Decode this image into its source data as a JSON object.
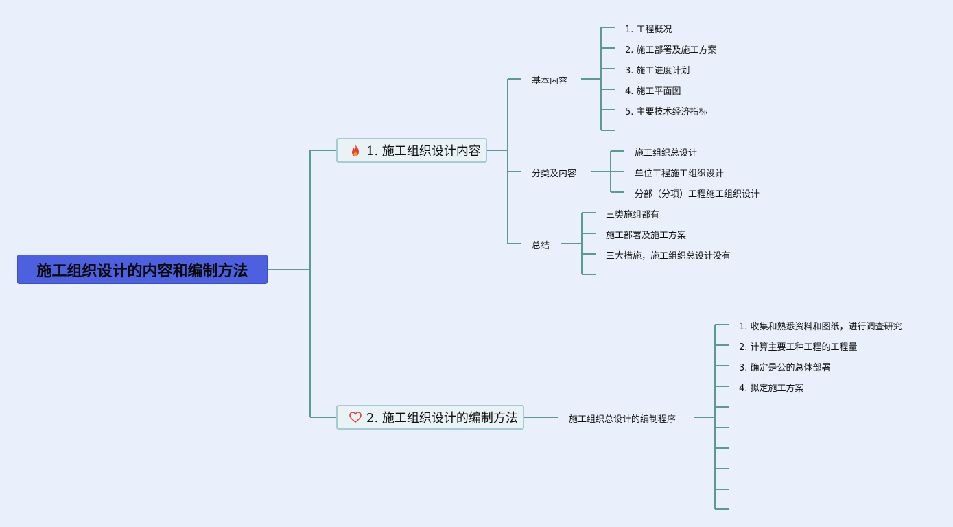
{
  "root": "施工组织设计的内容和编制方法",
  "branch1": {
    "label": "1. 施工组织设计内容",
    "icon": "fire-icon",
    "basic": {
      "label": "基本内容",
      "items": [
        "1. 工程概况",
        "2. 施工部署及施工方案",
        "3. 施工进度计划",
        "4. 施工平面图",
        "5. 主要技术经济指标"
      ]
    },
    "classification": {
      "label": "分类及内容",
      "items": [
        "施工组织总设计",
        "单位工程施工组织设计",
        "分部（分项）工程施工组织设计"
      ]
    },
    "summary": {
      "label": "总结",
      "items": [
        "三类施组都有",
        "施工部署及施工方案",
        "三大措施，施工组织总设计没有"
      ]
    }
  },
  "branch2": {
    "label": "2. 施工组织设计的编制方法",
    "icon": "heart-icon",
    "procedure": {
      "label": "施工组织总设计的编制程序",
      "items": [
        "1. 收集和熟悉资料和图纸，进行调查研究",
        "2. 计算主要工种工程的工程量",
        "3. 确定是公的总体部署",
        "4. 拟定施工方案"
      ]
    }
  },
  "colors": {
    "background": "#eaf0fb",
    "root_fill": "#4d61e0",
    "connector": "#5a9a94",
    "main_border": "#a7cbd2"
  }
}
